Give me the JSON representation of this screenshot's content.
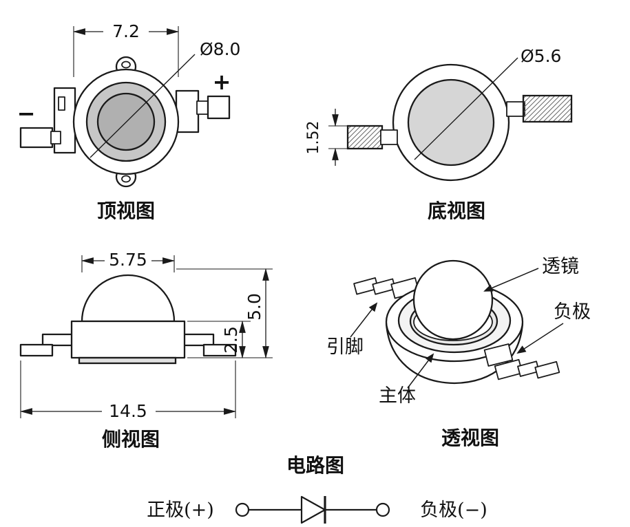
{
  "views": {
    "top_view": {
      "label": "顶视图",
      "width_dim": "7.2",
      "diameter_dim": "Ø8.0",
      "positive_mark": "+",
      "negative_mark": "−"
    },
    "bottom_view": {
      "label": "底视图",
      "diameter_dim": "Ø5.6",
      "lead_thickness_dim": "1.52"
    },
    "side_view": {
      "label": "侧视图",
      "lens_width_dim": "5.75",
      "total_height_dim": "5.0",
      "body_height_dim": "2.5",
      "total_width_dim": "14.5"
    },
    "perspective_view": {
      "label": "透视图",
      "lens_callout": "透镜",
      "pin_callout": "引脚",
      "negative_callout": "负极",
      "body_callout": "主体"
    },
    "circuit": {
      "label": "电路图",
      "positive_label": "正极(+)",
      "negative_label": "负极(−)"
    }
  },
  "colors": {
    "ink": "#1a1a1a",
    "lens_ring": "#c6c6c6",
    "lens_core": "#b0b0b0",
    "lens_bottom": "#d6d6d6",
    "rim_fill": "#f3f3f3",
    "cup_fill": "#e9e9e9",
    "base_plate": "#e0e0e0"
  }
}
